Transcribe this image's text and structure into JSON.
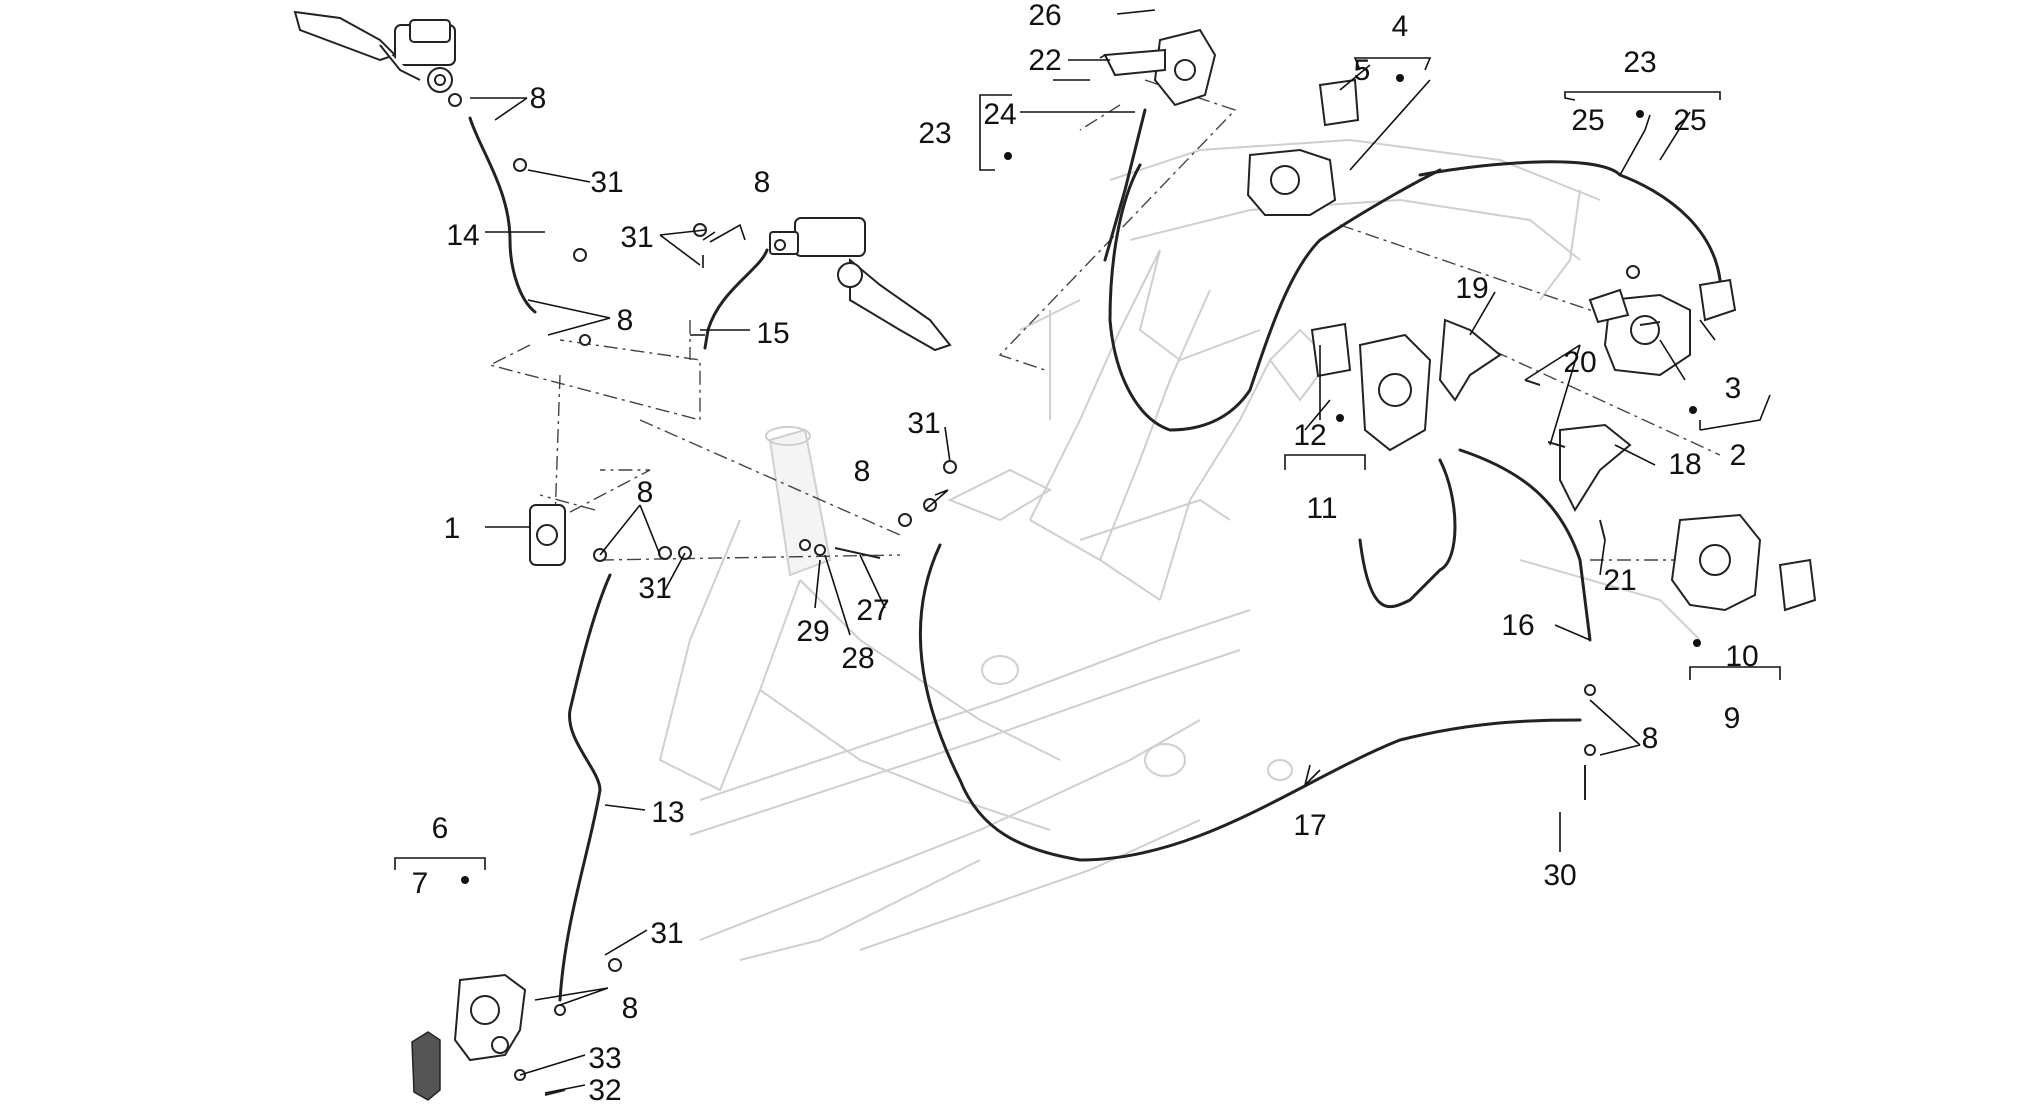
{
  "callouts": [
    {
      "id": "1",
      "text": "1"
    },
    {
      "id": "2",
      "text": "2"
    },
    {
      "id": "3",
      "text": "3"
    },
    {
      "id": "4",
      "text": "4"
    },
    {
      "id": "5",
      "text": "5"
    },
    {
      "id": "6",
      "text": "6"
    },
    {
      "id": "7",
      "text": "7"
    },
    {
      "id": "8a",
      "text": "8"
    },
    {
      "id": "8b",
      "text": "8"
    },
    {
      "id": "8c",
      "text": "8"
    },
    {
      "id": "8d",
      "text": "8"
    },
    {
      "id": "8e",
      "text": "8"
    },
    {
      "id": "8f",
      "text": "8"
    },
    {
      "id": "8g",
      "text": "8"
    },
    {
      "id": "9",
      "text": "9"
    },
    {
      "id": "10",
      "text": "10"
    },
    {
      "id": "11",
      "text": "11"
    },
    {
      "id": "12",
      "text": "12"
    },
    {
      "id": "13",
      "text": "13"
    },
    {
      "id": "14",
      "text": "14"
    },
    {
      "id": "15",
      "text": "15"
    },
    {
      "id": "16",
      "text": "16"
    },
    {
      "id": "17",
      "text": "17"
    },
    {
      "id": "18",
      "text": "18"
    },
    {
      "id": "19",
      "text": "19"
    },
    {
      "id": "20",
      "text": "20"
    },
    {
      "id": "21",
      "text": "21"
    },
    {
      "id": "22",
      "text": "22"
    },
    {
      "id": "23a",
      "text": "23"
    },
    {
      "id": "23b",
      "text": "23"
    },
    {
      "id": "24",
      "text": "24"
    },
    {
      "id": "25a",
      "text": "25"
    },
    {
      "id": "25b",
      "text": "25"
    },
    {
      "id": "26",
      "text": "26"
    },
    {
      "id": "27",
      "text": "27"
    },
    {
      "id": "28",
      "text": "28"
    },
    {
      "id": "29",
      "text": "29"
    },
    {
      "id": "30",
      "text": "30"
    },
    {
      "id": "31a",
      "text": "31"
    },
    {
      "id": "31b",
      "text": "31"
    },
    {
      "id": "31c",
      "text": "31"
    },
    {
      "id": "31d",
      "text": "31"
    },
    {
      "id": "31e",
      "text": "31"
    },
    {
      "id": "32",
      "text": "32"
    },
    {
      "id": "33",
      "text": "33"
    }
  ],
  "colors": {
    "ink": "#111111",
    "frame_outline": "#cfcfcf",
    "background": "#ffffff"
  }
}
